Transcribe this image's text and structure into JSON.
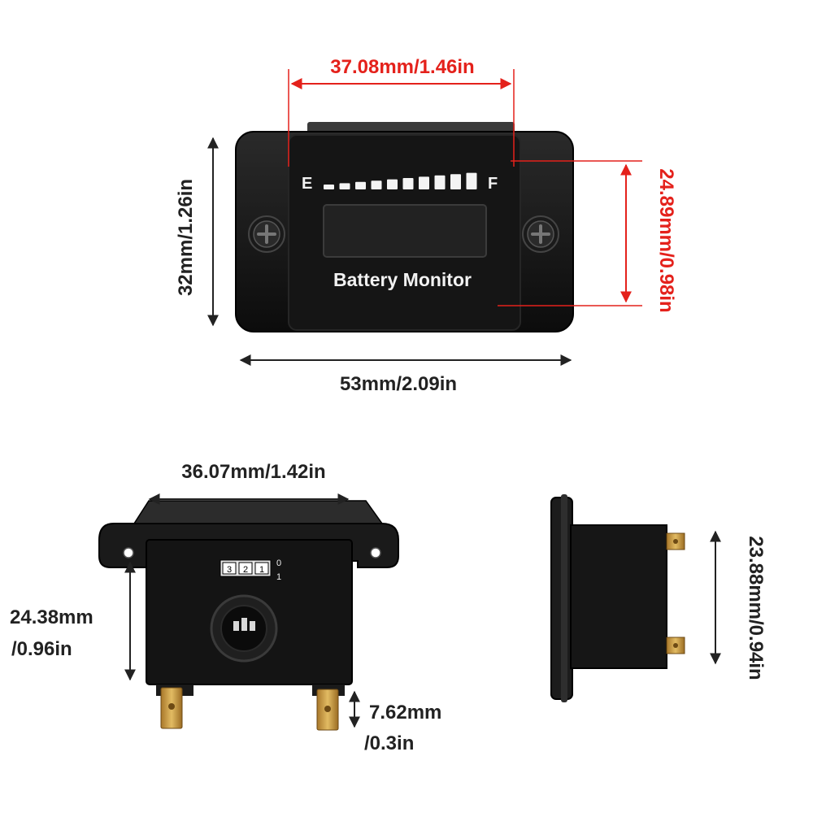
{
  "colors": {
    "background": "#ffffff",
    "device_body": "#111111",
    "bezel": "#1c1c1c",
    "dimension_black": "#222222",
    "dimension_red": "#e4211b",
    "terminal": "#c99a3c"
  },
  "front_view": {
    "label": "Battery Monitor",
    "empty_mark": "E",
    "full_mark": "F",
    "segment_count": 10,
    "dimensions": {
      "width": "53mm/2.09in",
      "height": "32mm/1.26in",
      "window_width": "37.08mm/1.46in",
      "window_height": "24.89mm/0.98in"
    }
  },
  "rear_view": {
    "switch_positions": [
      "3",
      "2",
      "1"
    ],
    "switch_states": [
      "0",
      "1"
    ],
    "dimensions": {
      "body_width": "36.07mm/1.42in",
      "body_height_line1": "24.38mm",
      "body_height_line2": "/0.96in",
      "terminal_line1": "7.62mm",
      "terminal_line2": "/0.3in"
    }
  },
  "side_view": {
    "dimensions": {
      "depth": "23.88mm/0.94in"
    }
  }
}
